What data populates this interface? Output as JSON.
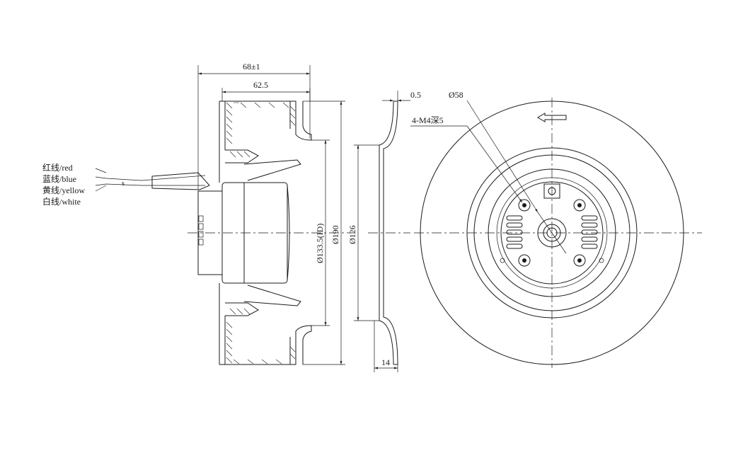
{
  "wires": {
    "red": "红线/red",
    "blue": "蓝线/blue",
    "yellow": "黄线/yellow",
    "white": "白线/white"
  },
  "dimensions": {
    "overall_height": "68±1",
    "impeller_height": "62.5",
    "inner_diameter": "Ø133.5(ID)",
    "outer_diameter": "Ø190",
    "inlet_ring_diameter": "Ø126",
    "ring_thickness": "0.5",
    "ring_depth": "14",
    "bolt_circle": "Ø58",
    "mount_holes": "4-M4深5"
  },
  "colors": {
    "line": "#1a1a1a",
    "background": "#ffffff"
  }
}
